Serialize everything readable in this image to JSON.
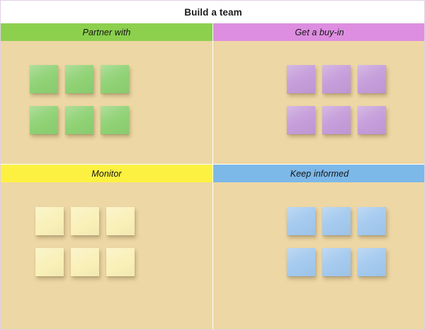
{
  "board": {
    "title": "Build a team",
    "background_color": "#EDD7A4",
    "canvas_color": "#FFFFFF"
  },
  "quadrants": [
    {
      "key": "partner-with",
      "label": "Partner with",
      "header_color": "#8CD04E",
      "note_color": "#8ED173",
      "note_count": 6,
      "notes": [
        "",
        "",
        "",
        "",
        "",
        ""
      ]
    },
    {
      "key": "get-a-buy-in",
      "label": "Get a buy-in",
      "header_color": "#DD8EE0",
      "note_color": "#C49CD9",
      "note_count": 6,
      "notes": [
        "",
        "",
        "",
        "",
        "",
        ""
      ]
    },
    {
      "key": "monitor",
      "label": "Monitor",
      "header_color": "#FCF141",
      "note_color": "#F9F0B8",
      "note_count": 6,
      "notes": [
        "",
        "",
        "",
        "",
        "",
        ""
      ]
    },
    {
      "key": "keep-informed",
      "label": "Keep informed",
      "header_color": "#7CB8E8",
      "note_color": "#A3C9EE",
      "note_count": 6,
      "notes": [
        "",
        "",
        "",
        "",
        "",
        ""
      ]
    }
  ]
}
